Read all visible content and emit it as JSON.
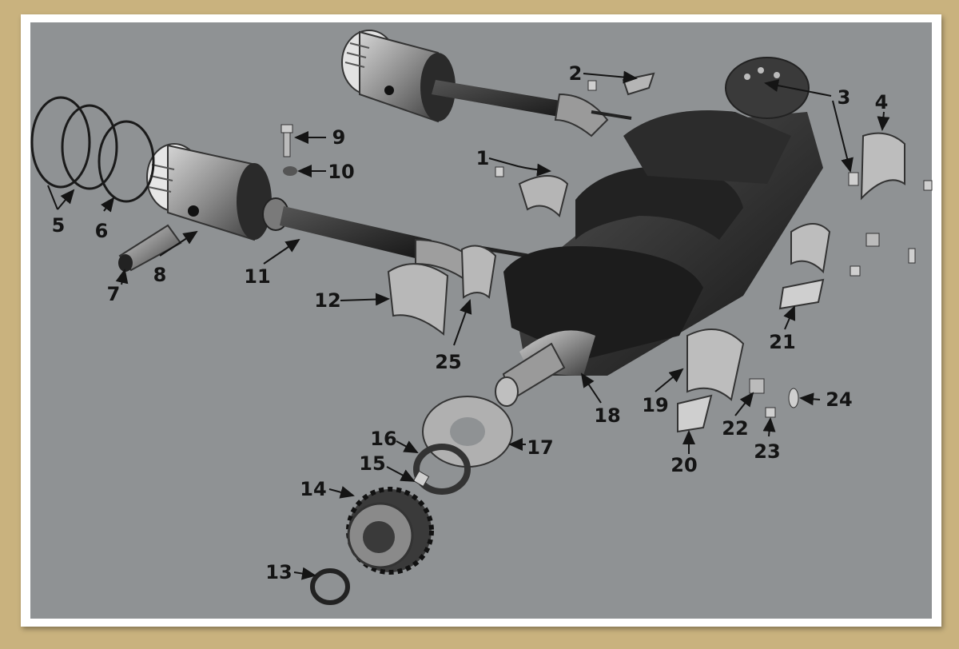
{
  "callouts": [
    {
      "id": "1",
      "text": "1"
    },
    {
      "id": "2",
      "text": "2"
    },
    {
      "id": "3",
      "text": "3"
    },
    {
      "id": "4",
      "text": "4"
    },
    {
      "id": "5",
      "text": "5"
    },
    {
      "id": "6",
      "text": "6"
    },
    {
      "id": "7",
      "text": "7"
    },
    {
      "id": "8",
      "text": "8"
    },
    {
      "id": "9",
      "text": "9"
    },
    {
      "id": "10",
      "text": "10"
    },
    {
      "id": "11",
      "text": "11"
    },
    {
      "id": "12",
      "text": "12"
    },
    {
      "id": "13",
      "text": "13"
    },
    {
      "id": "14",
      "text": "14"
    },
    {
      "id": "15",
      "text": "15"
    },
    {
      "id": "16",
      "text": "16"
    },
    {
      "id": "17",
      "text": "17"
    },
    {
      "id": "18",
      "text": "18"
    },
    {
      "id": "19",
      "text": "19"
    },
    {
      "id": "20",
      "text": "20"
    },
    {
      "id": "21",
      "text": "21"
    },
    {
      "id": "22",
      "text": "22"
    },
    {
      "id": "23",
      "text": "23"
    },
    {
      "id": "24",
      "text": "24"
    },
    {
      "id": "25",
      "text": "25"
    }
  ],
  "colors": {
    "background": "#c9b27e",
    "plate": "#8f9294",
    "part_dark": "#1c1c1c",
    "part_mid": "#4a4a4a",
    "part_light": "#bdbdbd"
  }
}
